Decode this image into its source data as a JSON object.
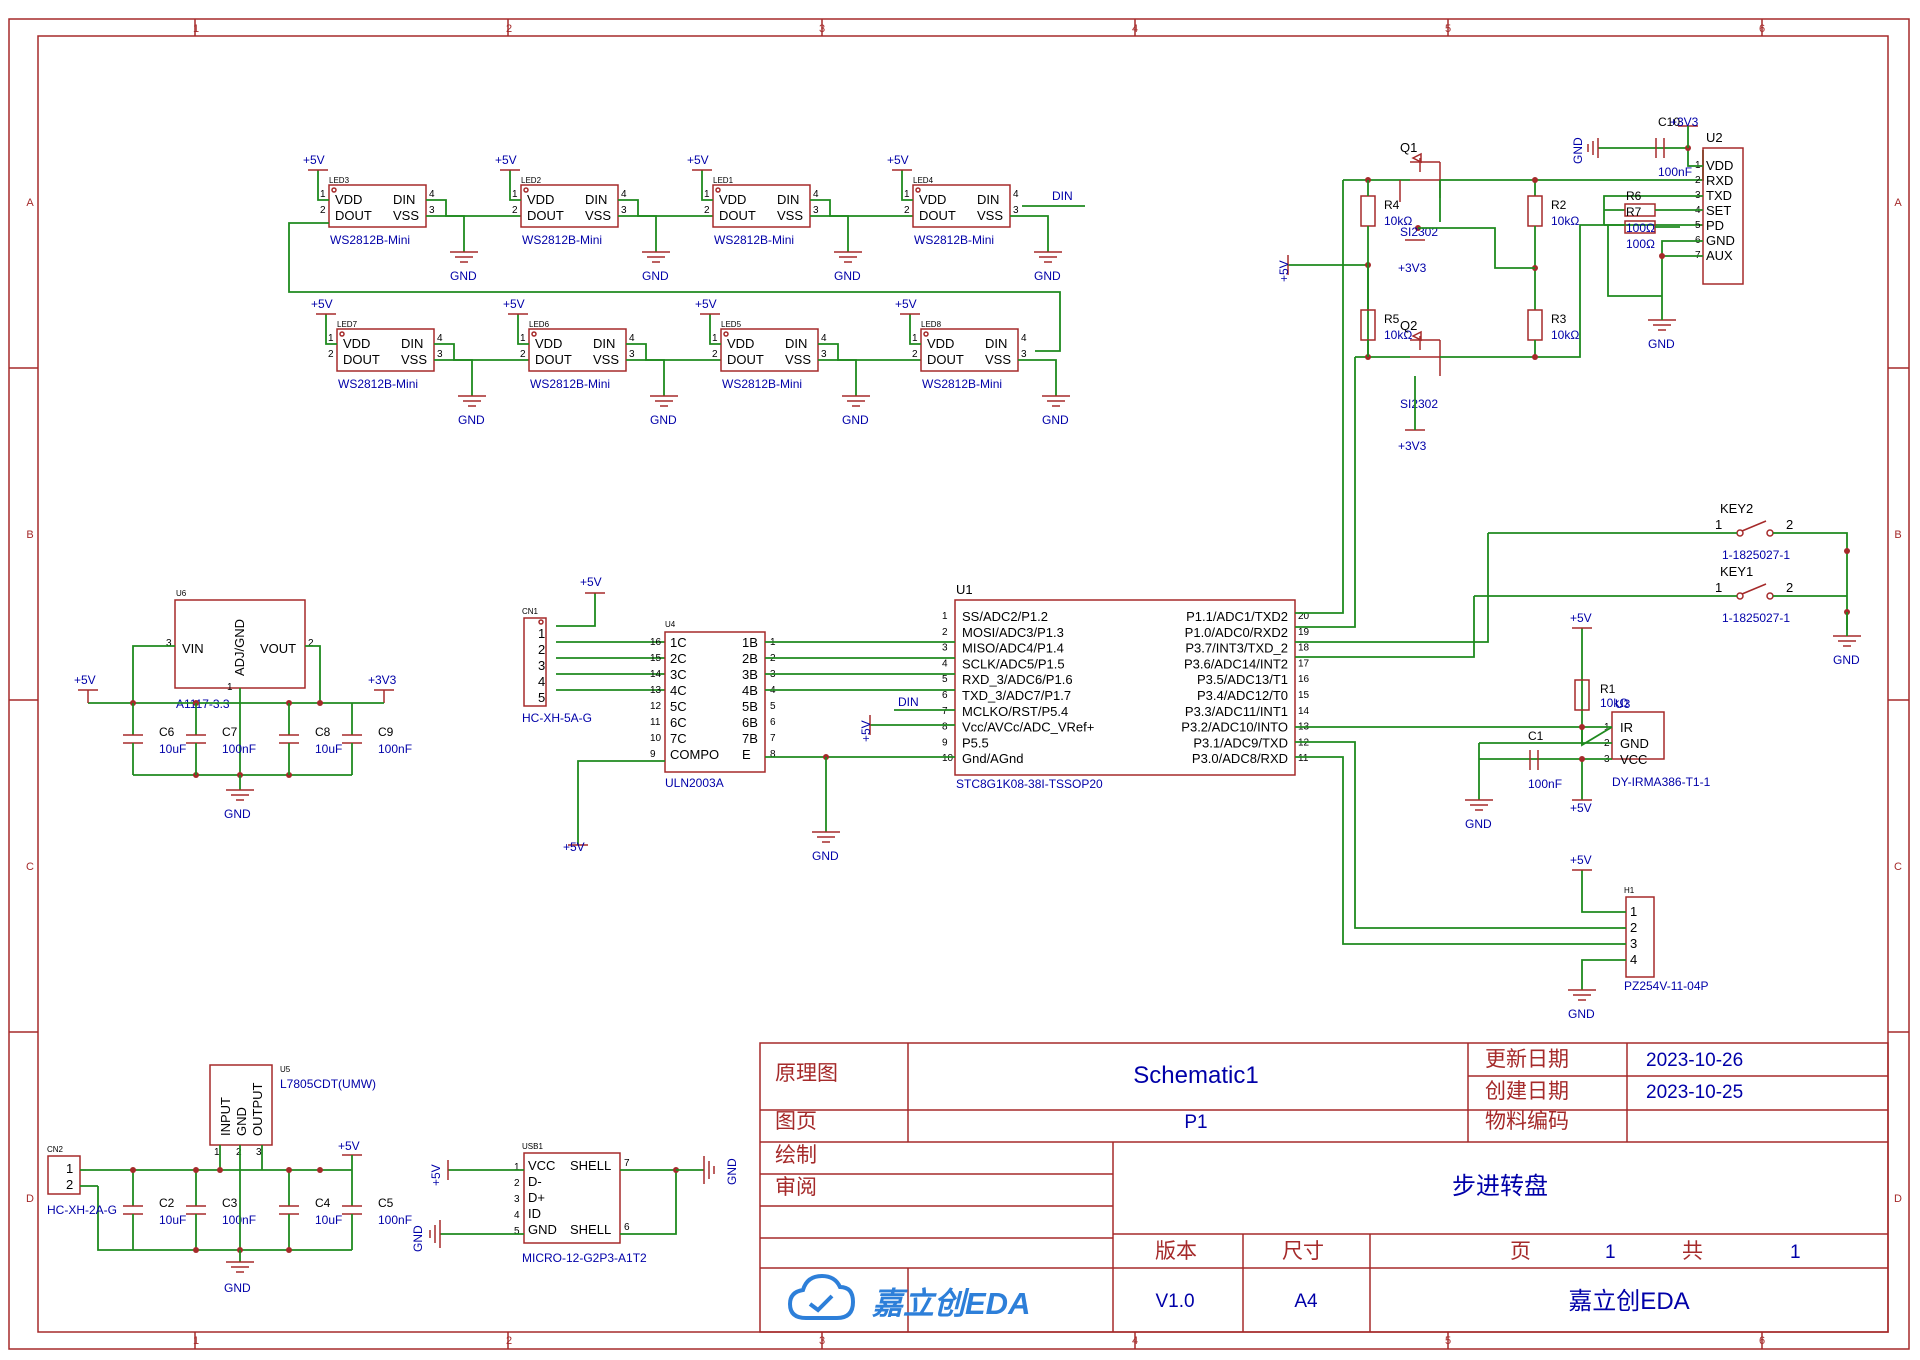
{
  "title_block": {
    "labels": {
      "schematic": "原理图",
      "page": "图页",
      "drawn": "绘制",
      "reviewed": "审阅",
      "updated": "更新日期",
      "created": "创建日期",
      "part_no": "物料编码",
      "version": "版本",
      "size": "尺寸",
      "page_of": "页",
      "total": "共"
    },
    "values": {
      "schematic_name": "Schematic1",
      "page_name": "P1",
      "updated": "2023-10-26",
      "created": "2023-10-25",
      "project": "步进转盘",
      "version": "V1.0",
      "size": "A4",
      "page_num": "1",
      "page_total": "1",
      "company": "嘉立创EDA",
      "logo_text": "嘉立创EDA"
    }
  },
  "rulers": {
    "columns": [
      "1",
      "2",
      "3",
      "4",
      "5",
      "6"
    ],
    "rows": [
      "A",
      "B",
      "C",
      "D"
    ]
  },
  "nets": {
    "p5v": "+5V",
    "p3v3": "+3V3",
    "gnd": "GND",
    "din": "DIN"
  },
  "leds": [
    {
      "ref": "LED3",
      "model": "WS2812B-Mini"
    },
    {
      "ref": "LED2",
      "model": "WS2812B-Mini"
    },
    {
      "ref": "LED1",
      "model": "WS2812B-Mini"
    },
    {
      "ref": "LED4",
      "model": "WS2812B-Mini"
    },
    {
      "ref": "LED7",
      "model": "WS2812B-Mini"
    },
    {
      "ref": "LED6",
      "model": "WS2812B-Mini"
    },
    {
      "ref": "LED5",
      "model": "WS2812B-Mini"
    },
    {
      "ref": "LED8",
      "model": "WS2812B-Mini"
    }
  ],
  "led_pins": {
    "vdd": "VDD",
    "dout": "DOUT",
    "din": "DIN",
    "vss": "VSS"
  },
  "u1": {
    "ref": "U1",
    "model": "STC8G1K08-38I-TSSOP20",
    "left_pins": [
      {
        "num": "1",
        "name": "SS/ADC2/P1.2"
      },
      {
        "num": "2",
        "name": "MOSI/ADC3/P1.3"
      },
      {
        "num": "3",
        "name": "MISO/ADC4/P1.4"
      },
      {
        "num": "4",
        "name": "SCLK/ADC5/P1.5"
      },
      {
        "num": "5",
        "name": "RXD_3/ADC6/P1.6"
      },
      {
        "num": "6",
        "name": "TXD_3/ADC7/P1.7"
      },
      {
        "num": "7",
        "name": "MCLKO/RST/P5.4"
      },
      {
        "num": "8",
        "name": "Vcc/AVCc/ADC_VRef+"
      },
      {
        "num": "9",
        "name": "P5.5"
      },
      {
        "num": "10",
        "name": "Gnd/AGnd"
      }
    ],
    "right_pins": [
      {
        "num": "20",
        "name": "P1.1/ADC1/TXD2"
      },
      {
        "num": "19",
        "name": "P1.0/ADC0/RXD2"
      },
      {
        "num": "18",
        "name": "P3.7/INT3/TXD_2"
      },
      {
        "num": "17",
        "name": "P3.6/ADC14/INT2"
      },
      {
        "num": "16",
        "name": "P3.5/ADC13/T1"
      },
      {
        "num": "15",
        "name": "P3.4/ADC12/T0"
      },
      {
        "num": "14",
        "name": "P3.3/ADC11/INT1"
      },
      {
        "num": "13",
        "name": "P3.2/ADC10/INTO"
      },
      {
        "num": "12",
        "name": "P3.1/ADC9/TXD"
      },
      {
        "num": "11",
        "name": "P3.0/ADC8/RXD"
      }
    ]
  },
  "u4": {
    "ref": "U4",
    "model": "ULN2003A",
    "left_pins": [
      {
        "num": "16",
        "name": "1C"
      },
      {
        "num": "15",
        "name": "2C"
      },
      {
        "num": "14",
        "name": "3C"
      },
      {
        "num": "13",
        "name": "4C"
      },
      {
        "num": "12",
        "name": "5C"
      },
      {
        "num": "11",
        "name": "6C"
      },
      {
        "num": "10",
        "name": "7C"
      },
      {
        "num": "9",
        "name": "COMPO"
      }
    ],
    "right_pins": [
      {
        "num": "1",
        "name": "1B"
      },
      {
        "num": "2",
        "name": "2B"
      },
      {
        "num": "3",
        "name": "3B"
      },
      {
        "num": "4",
        "name": "4B"
      },
      {
        "num": "5",
        "name": "5B"
      },
      {
        "num": "6",
        "name": "6B"
      },
      {
        "num": "7",
        "name": "7B"
      },
      {
        "num": "8",
        "name": "E"
      }
    ]
  },
  "cn1": {
    "ref": "CN1",
    "model": "HC-XH-5A-G",
    "pins": [
      "1",
      "2",
      "3",
      "4",
      "5"
    ]
  },
  "cn2": {
    "ref": "CN2",
    "model": "HC-XH-2A-G",
    "pins": [
      "1",
      "2"
    ]
  },
  "u6": {
    "ref": "U6",
    "model": "A1117-3.3",
    "vin": "VIN",
    "vout": "VOUT",
    "adj": "ADJ/GND",
    "p1": "1",
    "p2": "2",
    "p3": "3"
  },
  "u5": {
    "ref": "U5",
    "model": "L7805CDT(UMW)",
    "input": "INPUT",
    "gnd": "GND",
    "output": "OUTPUT",
    "p1": "1",
    "p2": "2",
    "p3": "3"
  },
  "usb1": {
    "ref": "USB1",
    "model": "MICRO-12-G2P3-A1T2",
    "pins": [
      "VCC",
      "D-",
      "D+",
      "ID",
      "GND"
    ],
    "shell": "SHELL",
    "p7": "7",
    "p6": "6",
    "nums": [
      "1",
      "2",
      "3",
      "4",
      "5"
    ]
  },
  "u2": {
    "ref": "U2",
    "pins": [
      {
        "num": "1",
        "name": "VDD"
      },
      {
        "num": "2",
        "name": "RXD"
      },
      {
        "num": "3",
        "name": "TXD"
      },
      {
        "num": "4",
        "name": "SET"
      },
      {
        "num": "5",
        "name": "PD"
      },
      {
        "num": "6",
        "name": "GND"
      },
      {
        "num": "7",
        "name": "AUX"
      }
    ]
  },
  "u3": {
    "ref": "U3",
    "model": "DY-IRMA386-T1-1",
    "pins": [
      {
        "num": "1",
        "name": "IR"
      },
      {
        "num": "2",
        "name": "GND"
      },
      {
        "num": "3",
        "name": "VCC"
      }
    ]
  },
  "h1": {
    "ref": "H1",
    "model": "PZ254V-11-04P",
    "pins": [
      "1",
      "2",
      "3",
      "4"
    ]
  },
  "keys": [
    {
      "ref": "KEY2",
      "model": "1-1825027-1",
      "p1": "1",
      "p2": "2"
    },
    {
      "ref": "KEY1",
      "model": "1-1825027-1",
      "p1": "1",
      "p2": "2"
    }
  ],
  "mosfets": [
    {
      "ref": "Q1",
      "model": "SI2302"
    },
    {
      "ref": "Q2",
      "model": "SI2302"
    }
  ],
  "resistors": [
    {
      "ref": "R4",
      "value": "10kΩ"
    },
    {
      "ref": "R5",
      "value": "10kΩ"
    },
    {
      "ref": "R2",
      "value": "10kΩ"
    },
    {
      "ref": "R3",
      "value": "10kΩ"
    },
    {
      "ref": "R6",
      "value": "100Ω"
    },
    {
      "ref": "R7",
      "value": "100Ω"
    },
    {
      "ref": "R1",
      "value": "10kΩ"
    }
  ],
  "caps": [
    {
      "ref": "C6",
      "value": "10uF"
    },
    {
      "ref": "C7",
      "value": "100nF"
    },
    {
      "ref": "C8",
      "value": "10uF"
    },
    {
      "ref": "C9",
      "value": "100nF"
    },
    {
      "ref": "C2",
      "value": "10uF"
    },
    {
      "ref": "C3",
      "value": "100nF"
    },
    {
      "ref": "C4",
      "value": "10uF"
    },
    {
      "ref": "C5",
      "value": "100nF"
    },
    {
      "ref": "C1",
      "value": "100nF"
    },
    {
      "ref": "C10",
      "value": "100nF"
    }
  ]
}
